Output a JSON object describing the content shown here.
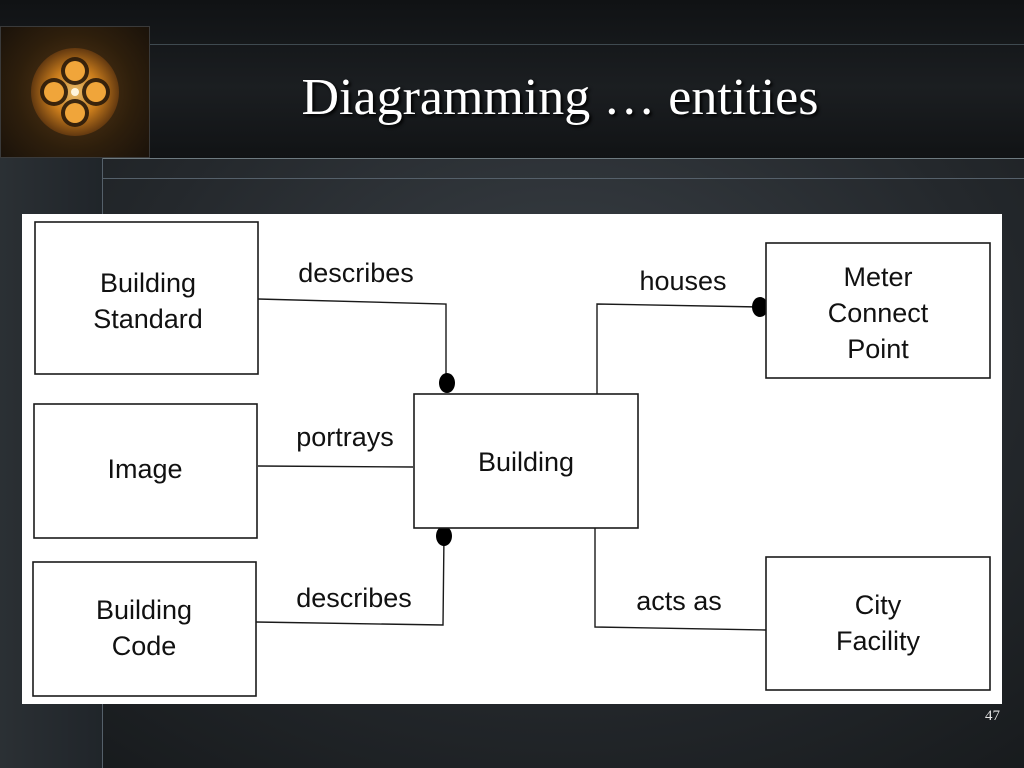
{
  "slide": {
    "title": "Diagramming … entities",
    "page_number": "47"
  },
  "diagram": {
    "entities": {
      "building_standard": [
        "Building",
        "Standard"
      ],
      "image": [
        "Image"
      ],
      "building_code": [
        "Building",
        "Code"
      ],
      "building": [
        "Building"
      ],
      "meter_connect_point": [
        "Meter",
        "Connect",
        "Point"
      ],
      "city_facility": [
        "City",
        "Facility"
      ]
    },
    "relationships": {
      "describes_standard": "describes",
      "portrays": "portrays",
      "describes_code": "describes",
      "houses": "houses",
      "acts_as": "acts as"
    }
  }
}
